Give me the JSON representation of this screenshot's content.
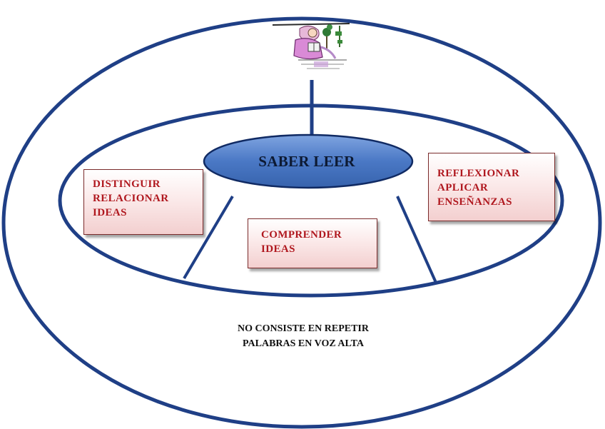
{
  "diagram": {
    "center": "SABER LEER",
    "boxes": {
      "left": [
        "DISTINGUIR",
        "RELACIONAR",
        "IDEAS"
      ],
      "middle": [
        "COMPRENDER",
        "IDEAS"
      ],
      "right": [
        "REFLEXIONAR",
        "APLICAR",
        "ENSEÑANZAS"
      ]
    },
    "footer": [
      "NO CONSISTE EN REPETIR",
      "PALABRAS EN VOZ ALTA"
    ]
  },
  "colors": {
    "outline": "#1f3f86",
    "center_fill": "#4a78c5",
    "box_text": "#b0181f"
  },
  "icons": [
    "reading-person-clipart"
  ]
}
